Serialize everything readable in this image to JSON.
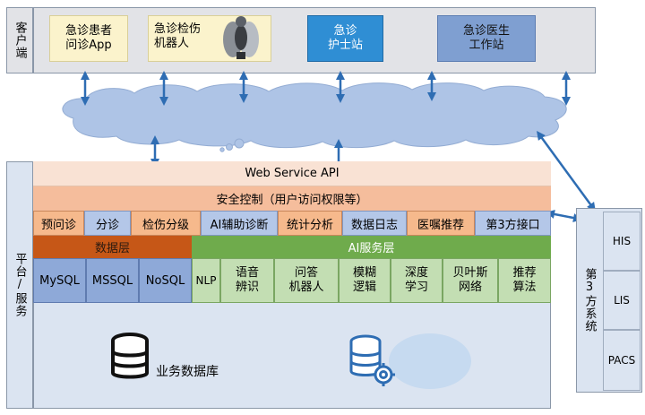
{
  "client": {
    "side_label": "客户端",
    "boxes": [
      {
        "label": "急诊患者\n问诊App"
      },
      {
        "label": "急诊检伤\n机器人"
      },
      {
        "label": "急诊\n护士站"
      },
      {
        "label": "急诊医生\n工作站"
      }
    ]
  },
  "platform": {
    "side_label": "平台/服务",
    "api_label": "Web Service API",
    "security_label": "安全控制（用户访问权限等）",
    "modules": [
      "预问诊",
      "分诊",
      "检伤分级",
      "AI辅助诊断",
      "统计分析",
      "数据日志",
      "医嘱推荐",
      "第3方接口"
    ],
    "data_layer": {
      "title": "数据层",
      "items": [
        "MySQL",
        "MSSQL",
        "NoSQL"
      ]
    },
    "ai_layer": {
      "title": "AI服务层",
      "items": [
        "NLP",
        "语音\n辨识",
        "问答\n机器人",
        "模糊\n逻辑",
        "深度\n学习",
        "贝叶斯\n网络",
        "推荐\n算法"
      ]
    },
    "db_label": "业务数据库"
  },
  "third_party": {
    "label": "第3方系统",
    "items": [
      "HIS",
      "LIS",
      "PACS"
    ]
  },
  "colors": {
    "client_bg": "#e2e3e7",
    "client_box_yellow": "#fbf3cc",
    "client_box_blue": "#2f8ed4",
    "client_box_steel": "#7f9fd1",
    "cloud": "#aec4e6",
    "api_bg": "#f9e2d4",
    "security_bg": "#f5bd9c",
    "module_orange": "#f6b98c",
    "module_blue": "#b4c7e8",
    "data_title": "#c65717",
    "data_item": "#8ea9d8",
    "ai_title": "#6fab4c",
    "ai_item": "#c3deb3",
    "base_bg": "#dbe4f1",
    "arrow": "#2e6db3"
  }
}
